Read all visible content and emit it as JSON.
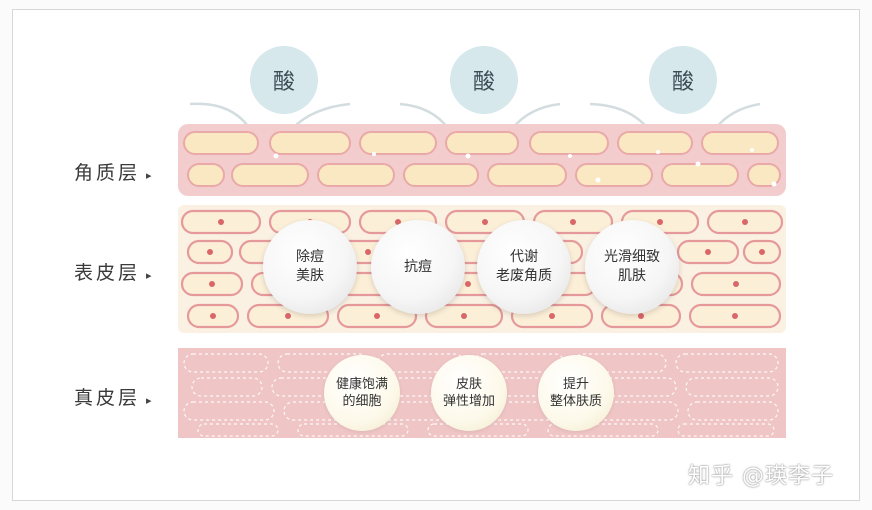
{
  "acid_label": "酸",
  "layers": {
    "stratum_corneum": "角质层",
    "epidermis": "表皮层",
    "dermis": "真皮层",
    "arrow": "▸"
  },
  "epidermis_effects": [
    {
      "line1": "除痘",
      "line2": "美肤"
    },
    {
      "line1": "",
      "line2": "抗痘"
    },
    {
      "line1": "代谢",
      "line2": "老废角质"
    },
    {
      "line1": "光滑细致",
      "line2": "肌肤"
    }
  ],
  "dermis_effects": [
    {
      "line1": "健康饱满",
      "line2": "的细胞"
    },
    {
      "line1": "皮肤",
      "line2": "弹性增加"
    },
    {
      "line1": "提升",
      "line2": "整体肤质"
    }
  ],
  "watermark": "知乎 @瑛李子",
  "colors": {
    "acid_circle": "#d6e8ec",
    "corneum_pink": "#f1c8c9",
    "corneum_cell": "#f9e9c4",
    "epidermis_bg": "#fbf1e4",
    "cell_border": "#e59a99",
    "dermis_pink": "#efc4c4"
  }
}
